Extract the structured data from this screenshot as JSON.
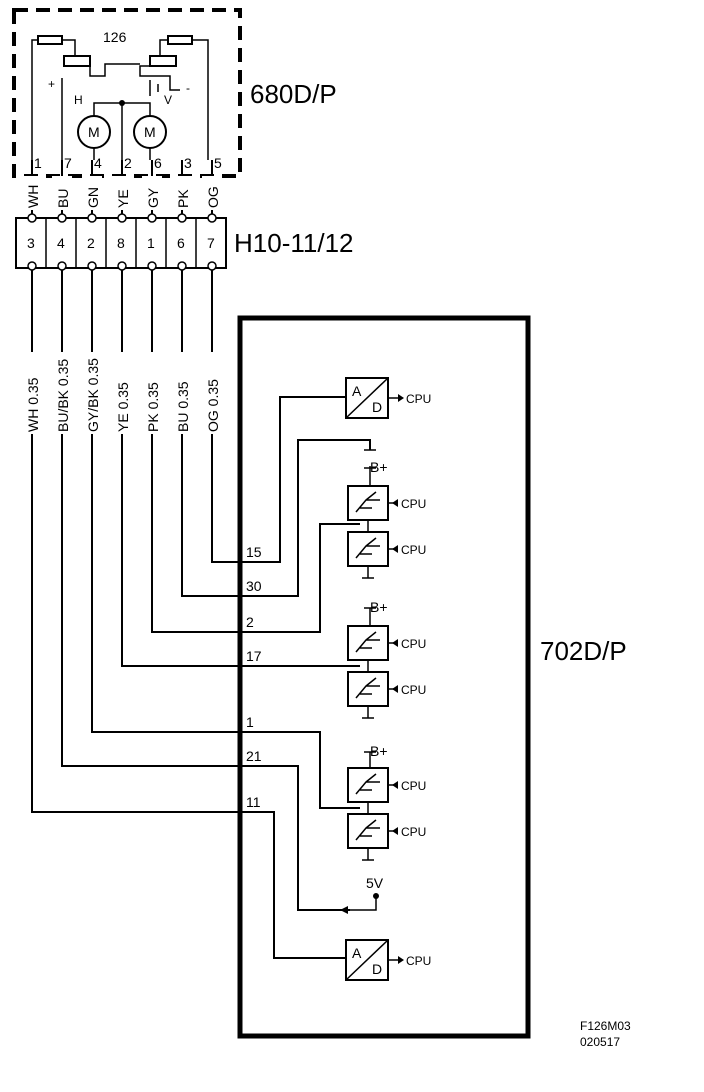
{
  "sensor": {
    "component_label": "680D/P",
    "id_label": "126",
    "plus_label": "+",
    "minus_label": "-",
    "h_label": "H",
    "v_label": "V",
    "motor_label": "M",
    "pins": [
      "1",
      "7",
      "4",
      "2",
      "6",
      "3",
      "5"
    ]
  },
  "connector": {
    "label": "H10-11/12",
    "wire_colors_top": [
      "WH",
      "BU",
      "GN",
      "YE",
      "GY",
      "PK",
      "OG"
    ],
    "cavities": [
      "3",
      "4",
      "2",
      "8",
      "1",
      "6",
      "7"
    ],
    "wire_labels_below": [
      "WH  0.35",
      "BU/BK  0.35",
      "GY/BK  0.35",
      "YE  0.35",
      "PK  0.35",
      "BU  0.35",
      "OG  0.35"
    ]
  },
  "module": {
    "label": "702D/P",
    "pins": [
      "15",
      "30",
      "2",
      "17",
      "1",
      "21",
      "11"
    ],
    "b_plus": "B+",
    "cpu": "CPU",
    "adc_a": "A",
    "adc_d": "D",
    "five_v": "5V"
  },
  "footer": {
    "code": "F126M03",
    "date": "020517"
  }
}
